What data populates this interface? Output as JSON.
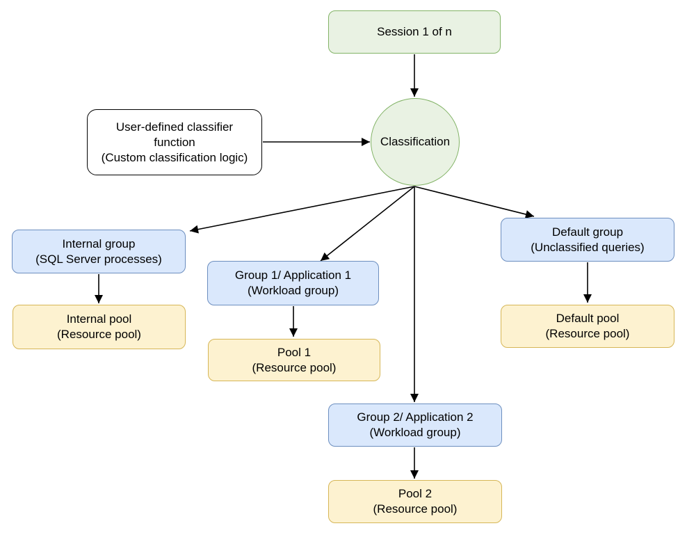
{
  "diagram": {
    "nodes": {
      "session": {
        "label": "Session 1 of n"
      },
      "classifier_function": {
        "line1": "User-defined classifier",
        "line2": "function",
        "line3": "(Custom classification logic)"
      },
      "classification": {
        "label": "Classification"
      },
      "internal_group": {
        "line1": "Internal group",
        "line2": "(SQL Server processes)"
      },
      "internal_pool": {
        "line1": "Internal pool",
        "line2": "(Resource pool)"
      },
      "group1": {
        "line1": "Group 1/ Application 1",
        "line2": "(Workload group)"
      },
      "pool1": {
        "line1": "Pool 1",
        "line2": "(Resource pool)"
      },
      "group2": {
        "line1": "Group 2/ Application 2",
        "line2": "(Workload group)"
      },
      "pool2": {
        "line1": "Pool 2",
        "line2": "(Resource pool)"
      },
      "default_group": {
        "line1": "Default group",
        "line2": "(Unclassified queries)"
      },
      "default_pool": {
        "line1": "Default pool",
        "line2": "(Resource pool)"
      }
    },
    "edges": [
      {
        "from": "session",
        "to": "classification"
      },
      {
        "from": "classifier_function",
        "to": "classification"
      },
      {
        "from": "classification",
        "to": "internal_group"
      },
      {
        "from": "classification",
        "to": "group1"
      },
      {
        "from": "classification",
        "to": "group2"
      },
      {
        "from": "classification",
        "to": "default_group"
      },
      {
        "from": "internal_group",
        "to": "internal_pool"
      },
      {
        "from": "group1",
        "to": "pool1"
      },
      {
        "from": "group2",
        "to": "pool2"
      },
      {
        "from": "default_group",
        "to": "default_pool"
      }
    ],
    "colors": {
      "green_fill": "#e9f2e3",
      "green_stroke": "#82b366",
      "blue_fill": "#dae8fc",
      "blue_stroke": "#6c8ebf",
      "yellow_fill": "#fdf2d0",
      "yellow_stroke": "#d6b656",
      "white_fill": "#ffffff",
      "line": "#000000",
      "text": "#000000",
      "background": "#ffffff"
    }
  }
}
